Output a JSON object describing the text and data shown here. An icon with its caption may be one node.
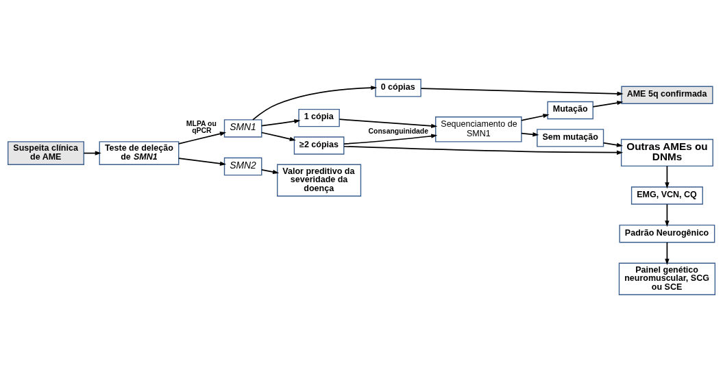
{
  "diagram": {
    "nodes": [
      {
        "text": [
          "Suspeita clínica de AME"
        ]
      },
      {
        "text": [
          "Teste de deleção de *SMN1*"
        ]
      },
      {
        "text": [
          "SMN1"
        ]
      },
      {
        "text": [
          "SMN2"
        ]
      },
      {
        "text": [
          "0 cópias"
        ]
      },
      {
        "text": [
          "1 cópia"
        ]
      },
      {
        "text": [
          "≥2 cópias"
        ]
      },
      {
        "text": [
          "AME 5q confirmada"
        ]
      },
      {
        "text": [
          "Sequenciamento de SMN1"
        ]
      },
      {
        "text": [
          "Mutação"
        ]
      },
      {
        "text": [
          "Sem mutação"
        ]
      },
      {
        "text": [
          "Valor preditivo da severidade da doença"
        ]
      },
      {
        "text": [
          "Outras AMEs ou DNMs"
        ]
      },
      {
        "text": [
          "EMG, VCN, CQ"
        ]
      },
      {
        "text": [
          "Padrão Neurogênico"
        ]
      },
      {
        "text": [
          "Painel genético neuromuscular, SCG ou SCE"
        ]
      }
    ],
    "edges": [
      {
        "from": 0,
        "to": 1,
        "arrow": "to"
      },
      {
        "from": 1,
        "to": 2,
        "arrow": "to",
        "label": "MLPA ou qPCR"
      },
      {
        "from": 1,
        "to": 3,
        "arrow": "to"
      },
      {
        "from": 2,
        "to": 4,
        "arrow": "to"
      },
      {
        "from": 2,
        "to": 5,
        "arrow": "to"
      },
      {
        "from": 2,
        "to": 6,
        "arrow": "to"
      },
      {
        "from": 3,
        "to": 11,
        "arrow": "to"
      },
      {
        "from": 4,
        "to": 7,
        "arrow": "to"
      },
      {
        "from": 5,
        "to": 8,
        "arrow": "to"
      },
      {
        "from": 6,
        "to": 8,
        "arrow": "to",
        "label": "Consanguinidade"
      },
      {
        "from": 8,
        "to": 9,
        "arrow": "to"
      },
      {
        "from": 8,
        "to": 10,
        "arrow": "to"
      },
      {
        "from": 9,
        "to": 7,
        "arrow": "to"
      },
      {
        "from": 10,
        "to": 12,
        "arrow": "to"
      },
      {
        "from": 6,
        "to": 12,
        "arrow": "to"
      },
      {
        "from": 12,
        "to": 13,
        "arrow": "to"
      },
      {
        "from": 13,
        "to": 14,
        "arrow": "to"
      },
      {
        "from": 14,
        "to": 15,
        "arrow": "to"
      }
    ]
  }
}
